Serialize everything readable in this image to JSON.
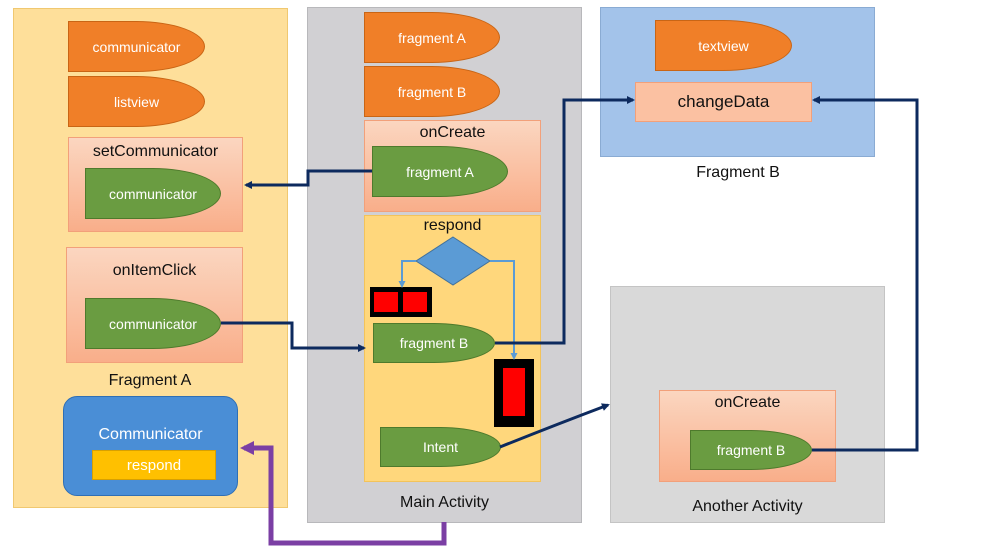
{
  "fragment_a": {
    "caption": "Fragment A",
    "communicator_blob": "communicator",
    "listview_blob": "listview",
    "set_communicator": {
      "title": "setCommunicator",
      "blob": "communicator"
    },
    "on_item_click": {
      "title": "onItemClick",
      "blob": "communicator"
    },
    "communicator_iface": {
      "title": "Communicator",
      "method": "respond"
    }
  },
  "main_activity": {
    "caption": "Main Activity",
    "fragment_a_blob": "fragment A",
    "fragment_b_blob": "fragment B",
    "on_create": {
      "title": "onCreate",
      "blob": "fragment A"
    },
    "respond": {
      "title": "respond",
      "fragment_b_blob": "fragment B",
      "intent_blob": "Intent"
    }
  },
  "fragment_b": {
    "caption": "Fragment B",
    "textview_blob": "textview",
    "change_data": "changeData"
  },
  "another_activity": {
    "caption": "Another Activity",
    "on_create": {
      "title": "onCreate",
      "blob": "fragment B"
    }
  },
  "colors": {
    "panel_yellow": "#fedf9a",
    "panel_gray": "#d1d0d3",
    "panel_blue": "#a3c3ea",
    "blob_orange": "#f07f28",
    "blob_green": "#6a9c41",
    "arrow_navy": "#0d2a5e",
    "arrow_purple": "#7b3fa4",
    "flow_blue": "#5b9bd5",
    "indicator_red": "#ff0000"
  }
}
